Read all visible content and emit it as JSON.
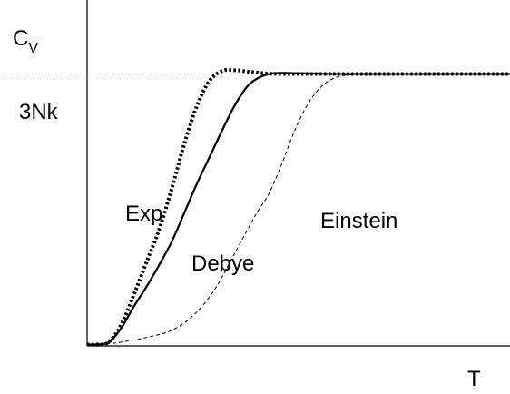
{
  "chart_data": {
    "type": "line",
    "xlabel": "T",
    "ylabel": {
      "main": "C",
      "sub": "V"
    },
    "xlim": [
      0,
      10
    ],
    "ylim": [
      0,
      1
    ],
    "y_ticks": [
      {
        "value": 0.786,
        "label": "3Nk"
      }
    ],
    "reference_lines": [
      {
        "axis": "y",
        "value": 0.786,
        "style": "dashed",
        "label": "3Nk"
      }
    ],
    "grid": false,
    "series": [
      {
        "name": "Exp",
        "style": "dotted",
        "color": "#000000",
        "x": [
          0,
          0.2,
          0.5,
          0.8,
          1.1,
          1.4,
          1.7,
          2.0,
          2.3,
          2.6,
          2.9,
          3.2,
          3.5,
          3.8,
          4.2,
          4.6,
          5.0,
          6.0,
          8.0,
          10.0
        ],
        "y": [
          0.004,
          0.004,
          0.01,
          0.06,
          0.146,
          0.241,
          0.335,
          0.454,
          0.585,
          0.695,
          0.767,
          0.795,
          0.797,
          0.793,
          0.788,
          0.786,
          0.786,
          0.786,
          0.786,
          0.786
        ]
      },
      {
        "name": "Debye",
        "style": "solid",
        "color": "#000000",
        "x": [
          0,
          0.2,
          0.5,
          0.8,
          1.1,
          1.4,
          1.7,
          2.0,
          2.3,
          2.6,
          2.9,
          3.2,
          3.5,
          3.8,
          4.1,
          4.4,
          4.7,
          5.0,
          5.5,
          6.0,
          8.0,
          10.0
        ],
        "y": [
          0.004,
          0.004,
          0.01,
          0.05,
          0.113,
          0.17,
          0.233,
          0.301,
          0.385,
          0.47,
          0.547,
          0.625,
          0.697,
          0.752,
          0.778,
          0.788,
          0.789,
          0.788,
          0.787,
          0.786,
          0.786,
          0.786
        ]
      },
      {
        "name": "Einstein",
        "style": "dashed",
        "color": "#000000",
        "x": [
          0,
          0.5,
          1.0,
          1.5,
          2.0,
          2.5,
          3.0,
          3.5,
          4.0,
          4.3,
          4.6,
          4.9,
          5.2,
          5.5,
          5.8,
          6.1,
          6.4,
          6.8,
          7.2,
          8.0,
          9.0,
          10.0
        ],
        "y": [
          0.004,
          0.006,
          0.015,
          0.027,
          0.045,
          0.087,
          0.16,
          0.27,
          0.382,
          0.44,
          0.525,
          0.62,
          0.695,
          0.745,
          0.772,
          0.782,
          0.785,
          0.786,
          0.786,
          0.786,
          0.786,
          0.786
        ]
      }
    ],
    "annotations": [
      {
        "text": "Exp",
        "series": "Exp"
      },
      {
        "text": "Debye",
        "series": "Debye"
      },
      {
        "text": "Einstein",
        "series": "Einstein"
      }
    ]
  }
}
